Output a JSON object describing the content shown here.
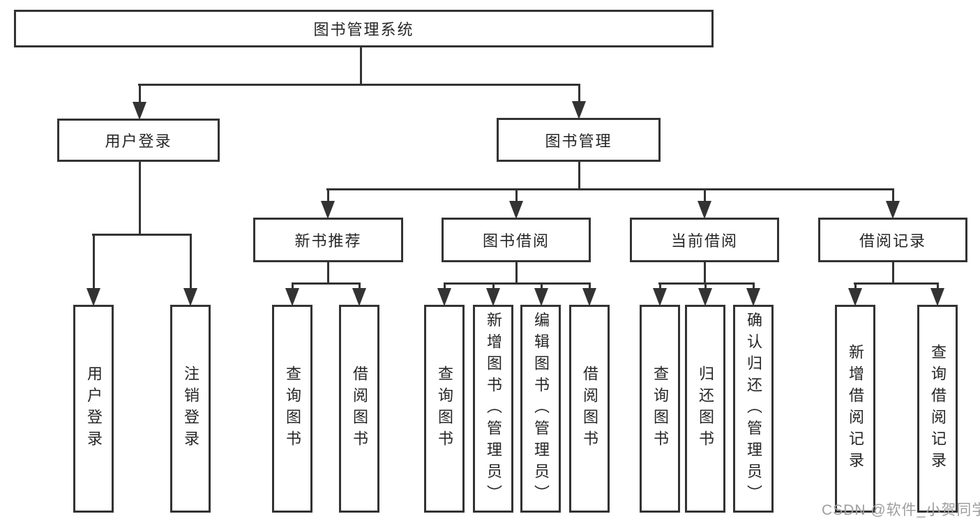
{
  "tree": {
    "label": "图书管理系统",
    "children": [
      {
        "label": "用户登录",
        "children": [
          {
            "label": "用户登录"
          },
          {
            "label": "注销登录"
          }
        ]
      },
      {
        "label": "图书管理",
        "children": [
          {
            "label": "新书推荐",
            "children": [
              {
                "label": "查询图书"
              },
              {
                "label": "借阅图书"
              }
            ]
          },
          {
            "label": "图书借阅",
            "children": [
              {
                "label": "查询图书"
              },
              {
                "label": "新增图书（管理员）"
              },
              {
                "label": "编辑图书（管理员）"
              },
              {
                "label": "借阅图书"
              }
            ]
          },
          {
            "label": "当前借阅",
            "children": [
              {
                "label": "查询图书"
              },
              {
                "label": "归还图书"
              },
              {
                "label": "确认归还（管理员）"
              }
            ]
          },
          {
            "label": "借阅记录",
            "children": [
              {
                "label": "新增借阅记录"
              },
              {
                "label": "查询借阅记录"
              }
            ]
          }
        ]
      }
    ]
  },
  "watermark": {
    "text": "CSDN @软件_小贺同学"
  },
  "colors": {
    "line": "#333333",
    "text": "#262626",
    "background": "#ffffff",
    "watermark": "#9e9e9e"
  }
}
